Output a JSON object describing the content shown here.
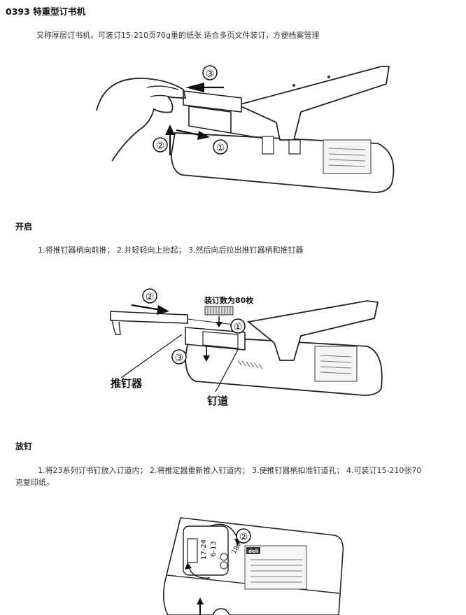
{
  "title": "0393 特重型订书机",
  "intro": "又称厚层订书机，可装订15-210页70g重的纸张 适合多页文件装订，方便档案管理",
  "sections": {
    "open": {
      "heading": "开启",
      "text": "1.将推钉器柄向前推； 2.并轻轻向上抬起； 3.然后向后拉出推钉器柄和推钉器"
    },
    "load": {
      "heading": "放钉",
      "text_line1": "1.将23系列订书钉放入订道内； 2.将推定器重新推入钉道内； 3.使推钉器柄扣准钉道孔； 4.可装订15-210张70",
      "text_line2": "克复印纸。"
    }
  },
  "figures": {
    "fig1": {
      "step1": "①",
      "step2": "②",
      "step3": "③"
    },
    "fig2": {
      "step1": "①",
      "step2": "②",
      "step3": "③",
      "staple_capacity_label": "装订数为80枚",
      "pusher_label": "推钉器",
      "channel_label": "钉道"
    },
    "fig3": {
      "step2": "②",
      "brand": "deli",
      "angle": "180°",
      "dial_text_1": "17-24",
      "dial_text_2": "6-13"
    }
  }
}
